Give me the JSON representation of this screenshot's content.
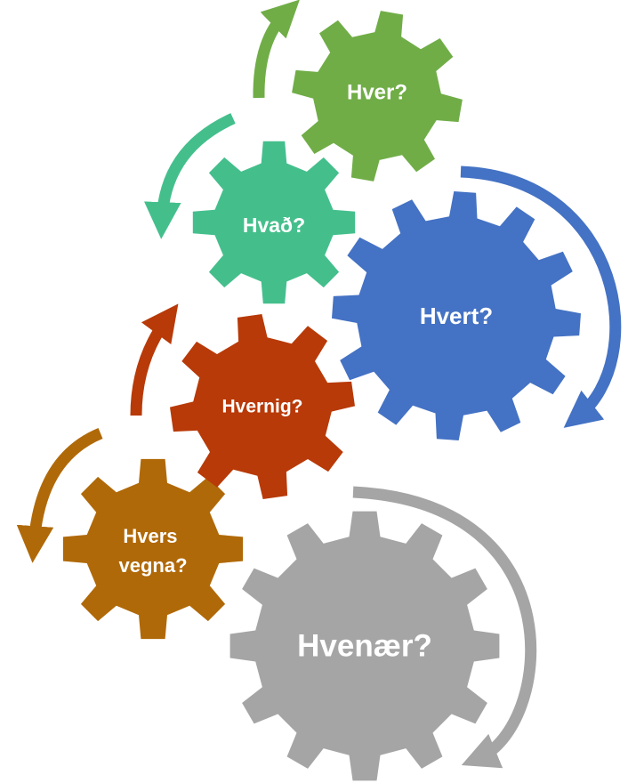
{
  "gears": [
    {
      "id": "hver",
      "label": "Hver?",
      "color": "#70ad47"
    },
    {
      "id": "hvad",
      "label": "Hvað?",
      "color": "#44bf8c"
    },
    {
      "id": "hvert",
      "label": "Hvert?",
      "color": "#4472c4"
    },
    {
      "id": "hvernig",
      "label": "Hvernig?",
      "color": "#b83a08"
    },
    {
      "id": "hvers-vegna",
      "label_lines": [
        "Hvers",
        "vegna?"
      ],
      "color": "#b06908"
    },
    {
      "id": "hvenaer",
      "label": "Hvenær?",
      "color": "#a5a5a5"
    }
  ]
}
